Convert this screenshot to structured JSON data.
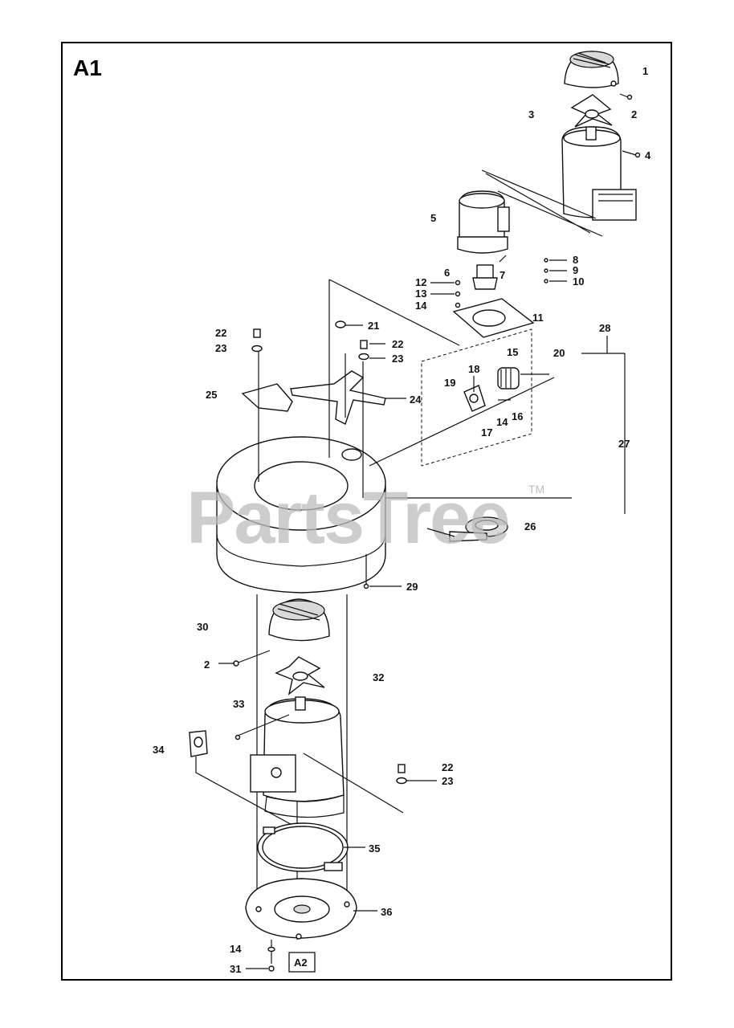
{
  "diagram": {
    "title": "A1",
    "watermark": "PartsTree",
    "trademark": "TM",
    "ref_box": "A2",
    "callouts": {
      "c1": "1",
      "c2a": "2",
      "c3": "3",
      "c4": "4",
      "c5": "5",
      "c6": "6",
      "c7": "7",
      "c8": "8",
      "c9": "9",
      "c10": "10",
      "c11": "11",
      "c12": "12",
      "c13": "13",
      "c14a": "14",
      "c14b": "14",
      "c14c": "14",
      "c15": "15",
      "c16": "16",
      "c17": "17",
      "c18": "18",
      "c19": "19",
      "c20": "20",
      "c21": "21",
      "c22a": "22",
      "c22b": "22",
      "c22c": "22",
      "c23a": "23",
      "c23b": "23",
      "c23c": "23",
      "c24": "24",
      "c25": "25",
      "c26": "26",
      "c27": "27",
      "c28": "28",
      "c29": "29",
      "c30": "30",
      "c2b": "2",
      "c31": "31",
      "c32": "32",
      "c33": "33",
      "c34": "34",
      "c35": "35",
      "c36": "36"
    }
  }
}
